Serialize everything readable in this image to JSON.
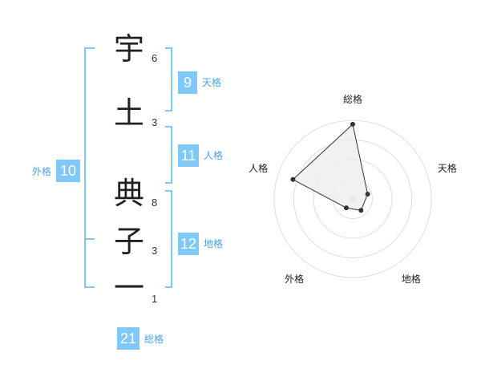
{
  "name_chars": [
    {
      "char": "宇",
      "strokes": "6"
    },
    {
      "char": "土",
      "strokes": "3"
    },
    {
      "char": "典",
      "strokes": "8"
    },
    {
      "char": "子",
      "strokes": "3"
    },
    {
      "char": "一",
      "strokes": "1"
    }
  ],
  "kaku": {
    "tenkaku": {
      "label": "天格",
      "value": "9"
    },
    "jinkaku": {
      "label": "人格",
      "value": "11"
    },
    "chikaku": {
      "label": "地格",
      "value": "12"
    },
    "gaikaku": {
      "label": "外格",
      "value": "10"
    },
    "soukaku": {
      "label": "総格",
      "value": "21"
    }
  },
  "colors": {
    "accent": "#7fc8f8",
    "bracket": "#7fc8f8",
    "label": "#4aa3e6"
  },
  "chart_data": {
    "type": "radar",
    "axes": [
      "総格",
      "天格",
      "地格",
      "外格",
      "人格"
    ],
    "values": [
      0.95,
      0.2,
      0.18,
      0.14,
      0.8
    ],
    "max": 1,
    "rings": 4,
    "fill": "#eeeeee",
    "stroke": "#333333"
  }
}
